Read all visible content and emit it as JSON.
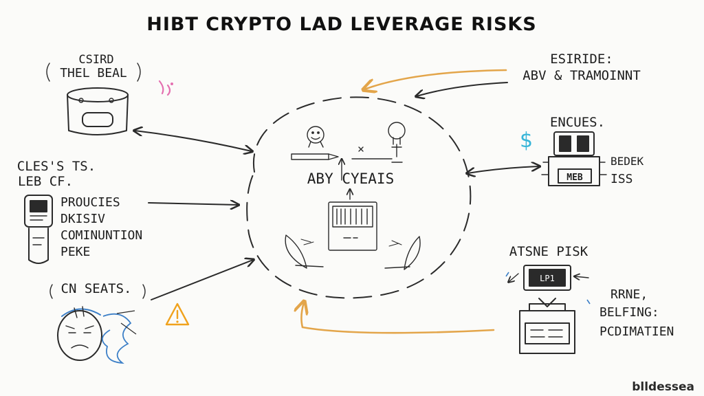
{
  "title": "HIBT CRYPTO LAD LEVERAGE RISKS",
  "colors": {
    "ink": "#2a2a2a",
    "orange": "#e3a54a",
    "cyan": "#37b5d8",
    "pink": "#e46fb0",
    "blue": "#3c7fc7",
    "warning": "#f0a21d"
  },
  "center": {
    "label": "ABY CYEAIS",
    "icons": [
      "smiley-face-icon",
      "lightbulb-icon",
      "pen-icon",
      "key-icon",
      "card-reader-icon",
      "leaf-icon",
      "leaf-icon"
    ]
  },
  "nodes": {
    "top_left": {
      "label_line1": "CSIRD",
      "label_line2": "THEL BEAL",
      "icon": "device-icon"
    },
    "mid_left": {
      "label_line1": "CLES'S TS.",
      "label_line2": "LEB CF.",
      "list": [
        "PROUCIES",
        "DKISIV",
        "COMINUNTION",
        "PEKE"
      ],
      "icon": "phone-icon"
    },
    "bottom_left": {
      "label": "CN SEATS.",
      "icons": [
        "worried-face-icon",
        "warning-icon",
        "tangle-icon"
      ]
    },
    "top_right": {
      "label_line1": "ESIRIDE:",
      "label_line2": "ABV & TRAMOINNT"
    },
    "mid_right": {
      "label": "ENCUES.",
      "side_line1": "BEDEK",
      "side_line2": "ISS",
      "box_text": "MEB",
      "icons": [
        "dollar-icon",
        "machine-icon"
      ]
    },
    "bottom_right": {
      "label": "ATSNE PISK",
      "screen_text": "LP1",
      "side_line1": "RRNE,",
      "side_line2": "BELFING:",
      "side_line3": "PCDIMATIEN",
      "icons": [
        "monitor-icon",
        "printer-icon"
      ]
    }
  },
  "watermark": "blldessea"
}
